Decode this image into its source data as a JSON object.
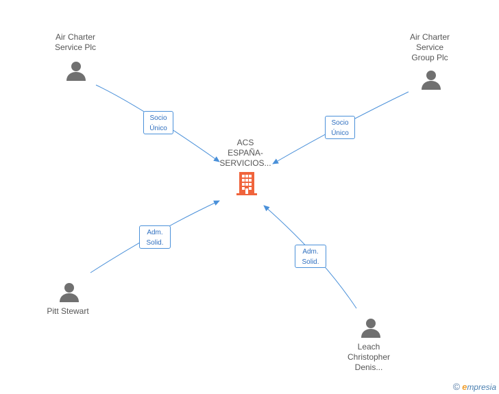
{
  "nodes": {
    "center": {
      "lines": [
        "ACS",
        "ESPAÑA-",
        "SERVICIOS..."
      ]
    },
    "top_left": {
      "lines": [
        "Air Charter",
        "Service Plc"
      ]
    },
    "top_right": {
      "lines": [
        "Air Charter",
        "Service",
        "Group Plc"
      ]
    },
    "bottom_left": {
      "lines": [
        "Pitt Stewart"
      ]
    },
    "bottom_right": {
      "lines": [
        "Leach",
        "Christopher",
        "Denis..."
      ]
    }
  },
  "edges": {
    "top_left": {
      "lines": [
        "Socio",
        "Único"
      ]
    },
    "top_right": {
      "lines": [
        "Socio",
        "Único"
      ]
    },
    "bottom_left": {
      "lines": [
        "Adm.",
        "Solid."
      ]
    },
    "bottom_right": {
      "lines": [
        "Adm.",
        "Solid."
      ]
    }
  },
  "colors": {
    "edge": "#4a90d9",
    "person_icon": "#707070",
    "company_icon": "#f0643c",
    "text": "#555555"
  },
  "icons": {
    "person": "person-icon",
    "company": "building-icon"
  },
  "watermark": {
    "symbol": "©",
    "brand_first": "e",
    "brand_rest": "mpresia"
  }
}
